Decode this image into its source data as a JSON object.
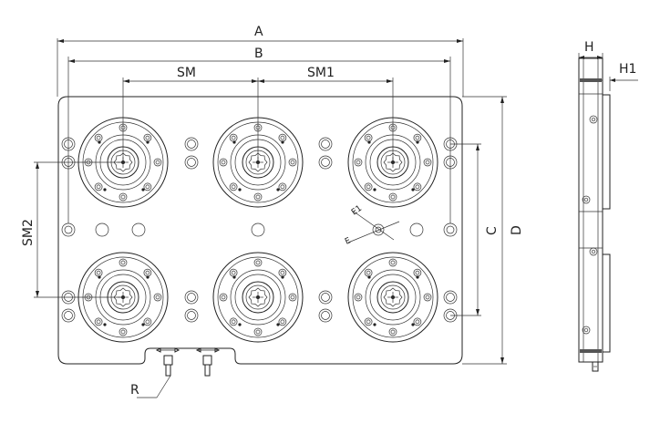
{
  "drawing": {
    "type": "technical drawing",
    "colors": {
      "line": "#222222",
      "background": "#ffffff",
      "dark_fill": "#555555"
    },
    "dimension_labels": {
      "A": "A",
      "B": "B",
      "SM": "SM",
      "SM1": "SM1",
      "SM2": "SM2",
      "C": "C",
      "D": "D",
      "R": "R",
      "E": "E",
      "E1": "E1",
      "H": "H",
      "H1": "H1"
    },
    "top_view": {
      "chuck_rows": 2,
      "chuck_columns": 3,
      "chuck_count": 6
    },
    "side_view": {
      "present": true
    }
  }
}
